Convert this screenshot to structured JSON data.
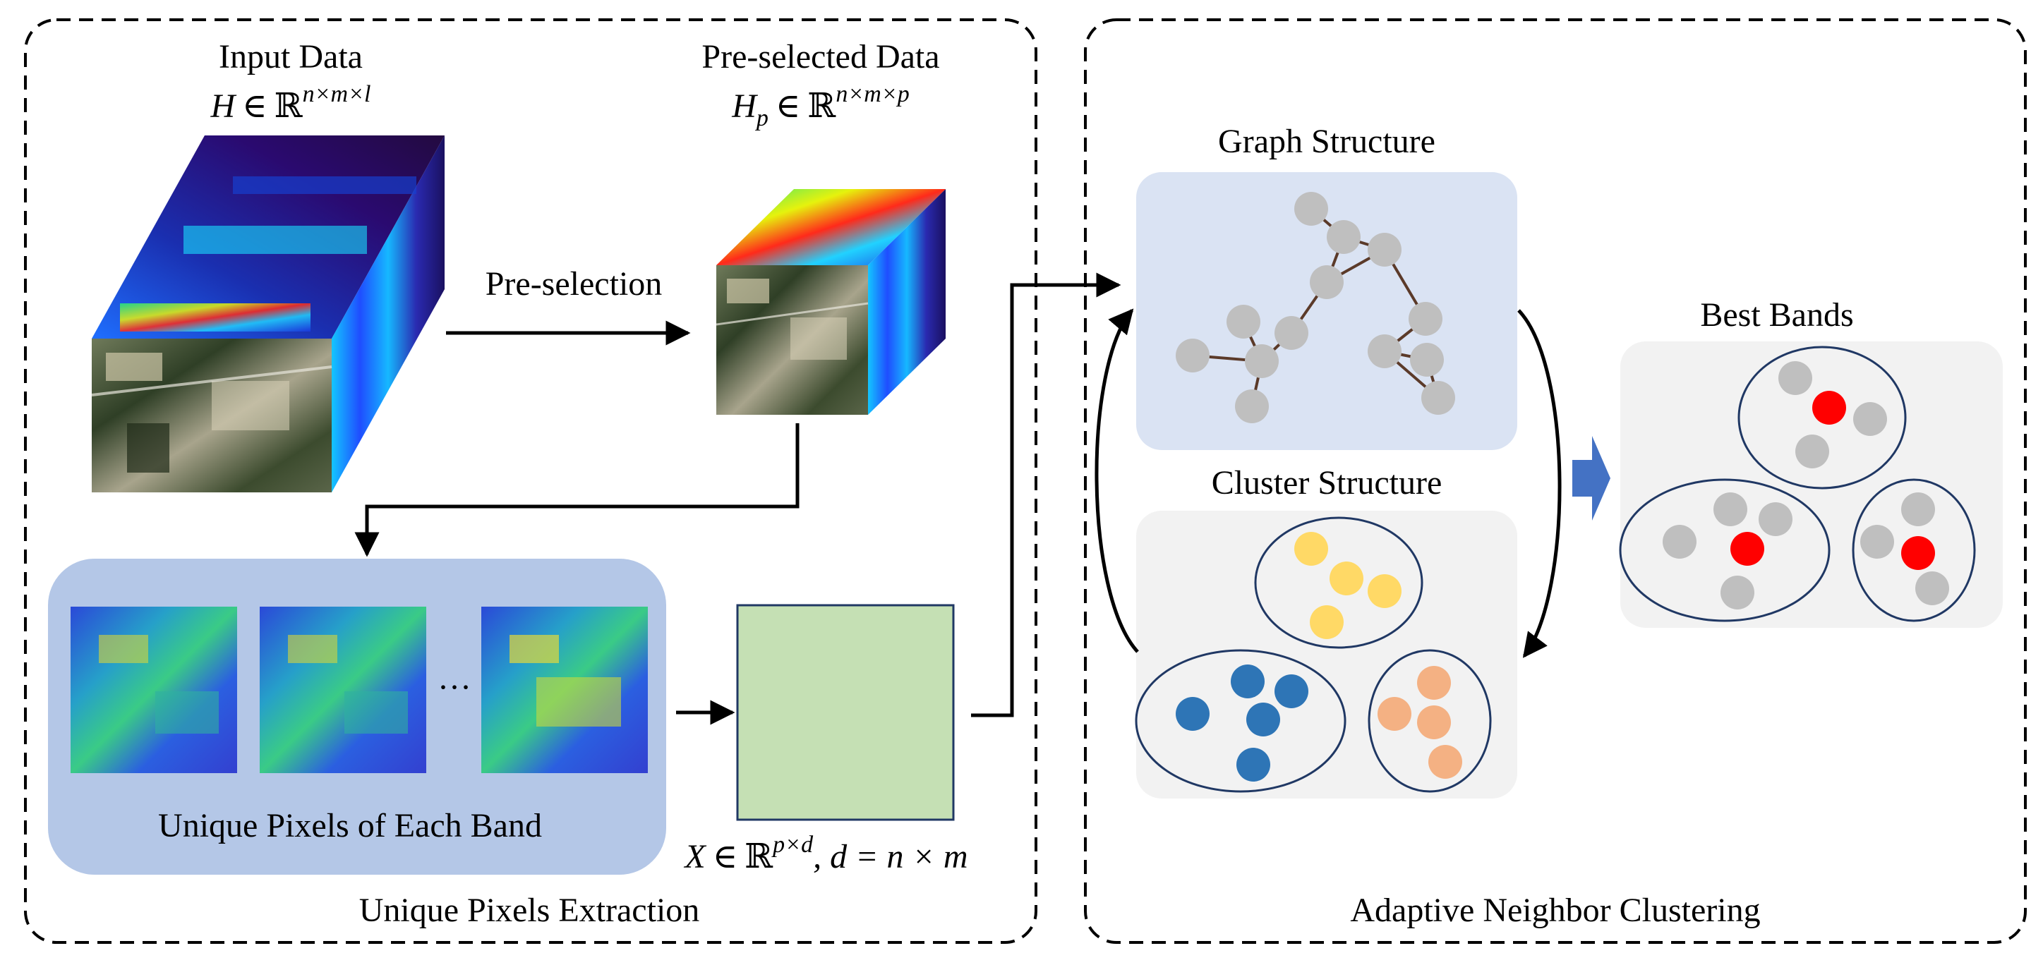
{
  "panels": {
    "left_title": "Unique Pixels Extraction",
    "right_title": "Adaptive Neighbor Clustering"
  },
  "input": {
    "title": "Input Data",
    "formula": {
      "var": "H",
      "rel": "∈",
      "set": "ℝ",
      "sup": "n×m×l"
    }
  },
  "preselected": {
    "title": "Pre-selected Data",
    "formula": {
      "var": "H",
      "sub": "p",
      "rel": "∈",
      "set": "ℝ",
      "sup": "n×m×p"
    }
  },
  "arrow_preselection": "Pre-selection",
  "unique_pixels": {
    "label": "Unique Pixels of Each Band",
    "ellipsis": "···"
  },
  "matrix": {
    "formula": {
      "var": "X",
      "rel": "∈",
      "set": "ℝ",
      "sup": "p×d",
      "tail": ", d = n × m"
    },
    "color": "#c5e0b4"
  },
  "graph": {
    "title": "Graph Structure",
    "bg": "#dae3f3",
    "node_color": "#bfbfbf",
    "edge_color": "#5b3a29"
  },
  "cluster": {
    "title": "Cluster Structure",
    "bg": "#f2f2f2",
    "colors": {
      "yellow": "#ffd966",
      "blue": "#2e75b6",
      "orange": "#f4b183"
    }
  },
  "best": {
    "title": "Best Bands",
    "bg": "#f2f2f2",
    "highlight": "#ff0000",
    "other": "#bfbfbf"
  },
  "accent_arrow": "#4472c4",
  "unique_bg": "#b4c7e7"
}
